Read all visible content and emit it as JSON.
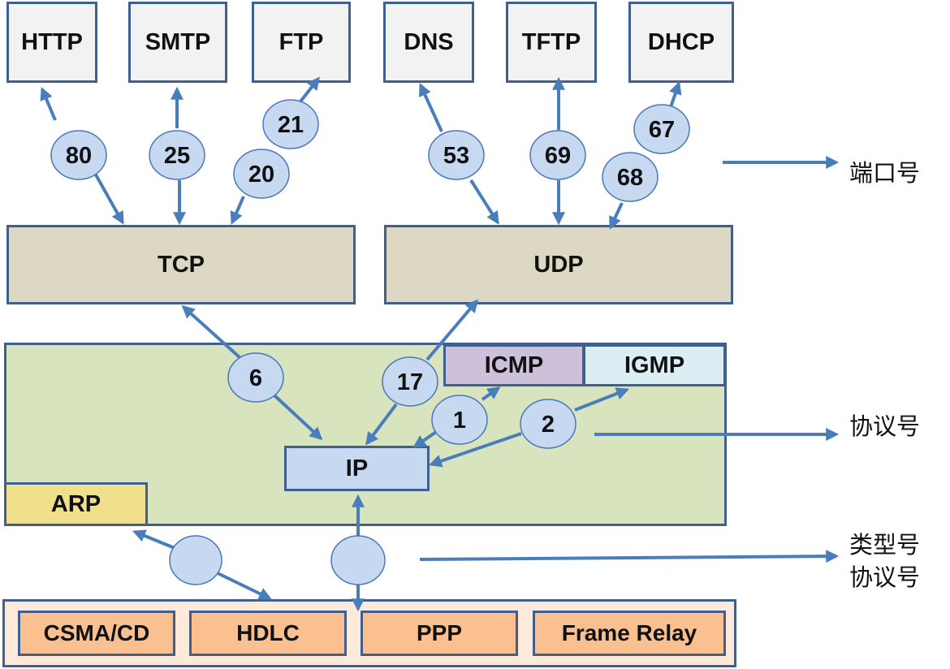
{
  "application_layer": [
    "HTTP",
    "SMTP",
    "FTP",
    "DNS",
    "TFTP",
    "DHCP"
  ],
  "transport_layer": {
    "tcp": "TCP",
    "udp": "UDP"
  },
  "network_layer": {
    "icmp": "ICMP",
    "igmp": "IGMP",
    "ip": "IP",
    "arp": "ARP"
  },
  "link_layer": [
    "CSMA/CD",
    "HDLC",
    "PPP",
    "Frame Relay"
  ],
  "ports": {
    "http": "80",
    "smtp": "25",
    "ftp_control": "21",
    "ftp_data": "20",
    "dns": "53",
    "tftp": "69",
    "dhcp_server": "67",
    "dhcp_client": "68"
  },
  "protocol_numbers": {
    "tcp": "6",
    "udp": "17",
    "icmp": "1",
    "igmp": "2"
  },
  "side_labels": {
    "port": "端口号",
    "protocol": "协议号",
    "type": "类型号",
    "protocol2": "协议号"
  },
  "colors": {
    "arrow": "#4a7ebb",
    "border": "#3f5f8f",
    "bubble": "#c6d9f1"
  }
}
